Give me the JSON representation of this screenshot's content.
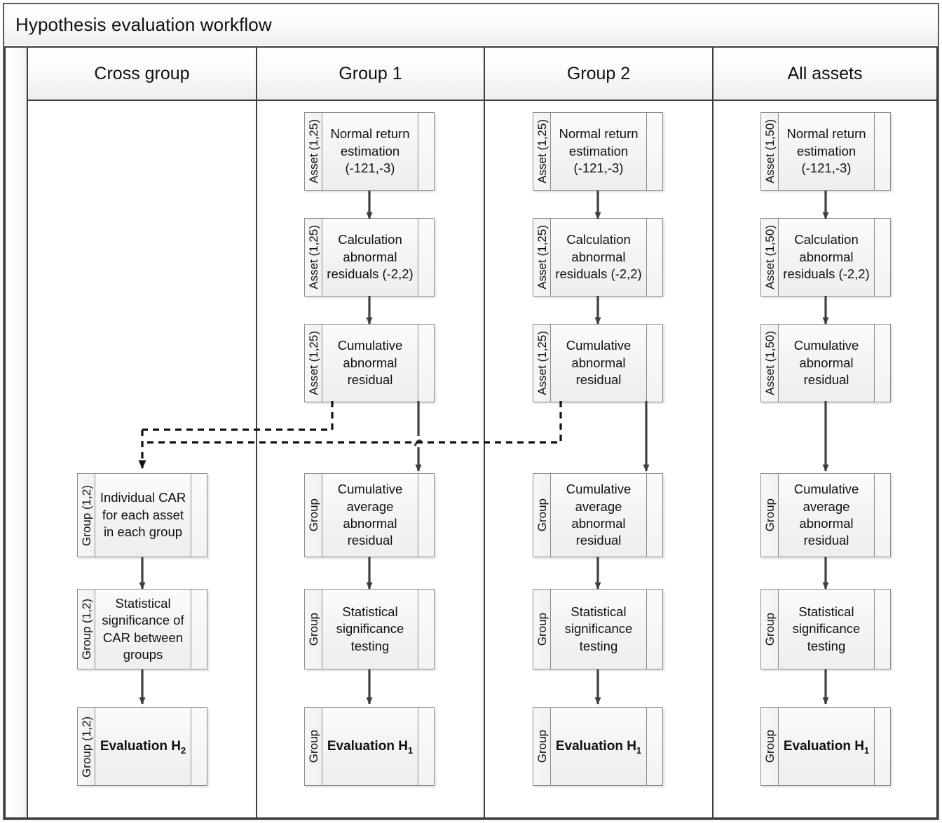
{
  "title": "Hypothesis evaluation workflow",
  "lanes": [
    {
      "id": "cross-group",
      "label": "Cross group"
    },
    {
      "id": "group-1",
      "label": "Group 1"
    },
    {
      "id": "group-2",
      "label": "Group 2"
    },
    {
      "id": "all-assets",
      "label": "All assets"
    }
  ],
  "nodes": {
    "cross": [
      {
        "side": "Group (1,2)",
        "text": "Individual CAR for each asset in each group",
        "bold": false
      },
      {
        "side": "Group (1,2)",
        "text": "Statistical significance of CAR between groups",
        "bold": false
      },
      {
        "side": "Group (1,2)",
        "text": "Evaluation H2",
        "bold": true,
        "sub": "2",
        "base": "Evaluation H"
      }
    ],
    "group1": [
      {
        "side": "Asset (1,25)",
        "text": "Normal return estimation (-121,-3)",
        "bold": false
      },
      {
        "side": "Asset (1,25)",
        "text": "Calculation abnormal residuals (-2,2)",
        "bold": false
      },
      {
        "side": "Asset (1,25)",
        "text": "Cumulative abnormal residual",
        "bold": false
      },
      {
        "side": "Group",
        "text": "Cumulative average abnormal residual",
        "bold": false
      },
      {
        "side": "Group",
        "text": "Statistical significance testing",
        "bold": false
      },
      {
        "side": "Group",
        "text": "Evaluation H1",
        "bold": true,
        "sub": "1",
        "base": "Evaluation H"
      }
    ],
    "group2": [
      {
        "side": "Asset (1,25)",
        "text": "Normal return estimation (-121,-3)",
        "bold": false
      },
      {
        "side": "Asset (1,25)",
        "text": "Calculation abnormal residuals (-2,2)",
        "bold": false
      },
      {
        "side": "Asset (1,25)",
        "text": "Cumulative abnormal residual",
        "bold": false
      },
      {
        "side": "Group",
        "text": "Cumulative average abnormal residual",
        "bold": false
      },
      {
        "side": "Group",
        "text": "Statistical significance testing",
        "bold": false
      },
      {
        "side": "Group",
        "text": "Evaluation H1",
        "bold": true,
        "sub": "1",
        "base": "Evaluation H"
      }
    ],
    "all": [
      {
        "side": "Asset (1,50)",
        "text": "Normal return estimation (-121,-3)",
        "bold": false
      },
      {
        "side": "Asset (1,50)",
        "text": "Calculation abnormal residuals (-2,2)",
        "bold": false
      },
      {
        "side": "Asset (1,50)",
        "text": "Cumulative abnormal residual",
        "bold": false
      },
      {
        "side": "Group",
        "text": "Cumulative average abnormal residual",
        "bold": false
      },
      {
        "side": "Group",
        "text": "Statistical significance testing",
        "bold": false
      },
      {
        "side": "Group",
        "text": "Evaluation H1",
        "bold": true,
        "sub": "1",
        "base": "Evaluation H"
      }
    ]
  },
  "node_lines": {
    "g_normal_return": [
      "Normal return",
      "estimation",
      "(-121,-3)"
    ],
    "g_calc_abnormal": [
      "Calculation",
      "abnormal",
      "residuals (-2,2)"
    ],
    "g_cum_abnormal": [
      "Cumulative",
      "abnormal",
      "residual"
    ],
    "g_cum_avg": [
      "Cumulative",
      "average",
      "abnormal",
      "residual"
    ],
    "g_stat_test": [
      "Statistical",
      "significance",
      "testing"
    ],
    "c_individual_car": [
      "Individual CAR",
      "for each asset",
      "in each group"
    ],
    "c_stat_sig": [
      "Statistical",
      "significance of",
      "CAR between",
      "groups"
    ]
  },
  "colors": {
    "frame_border": "#3d3d3d",
    "node_border": "#8d8d8d",
    "connector": "#3f3f3f",
    "node_fill": "#f3f3f3"
  }
}
